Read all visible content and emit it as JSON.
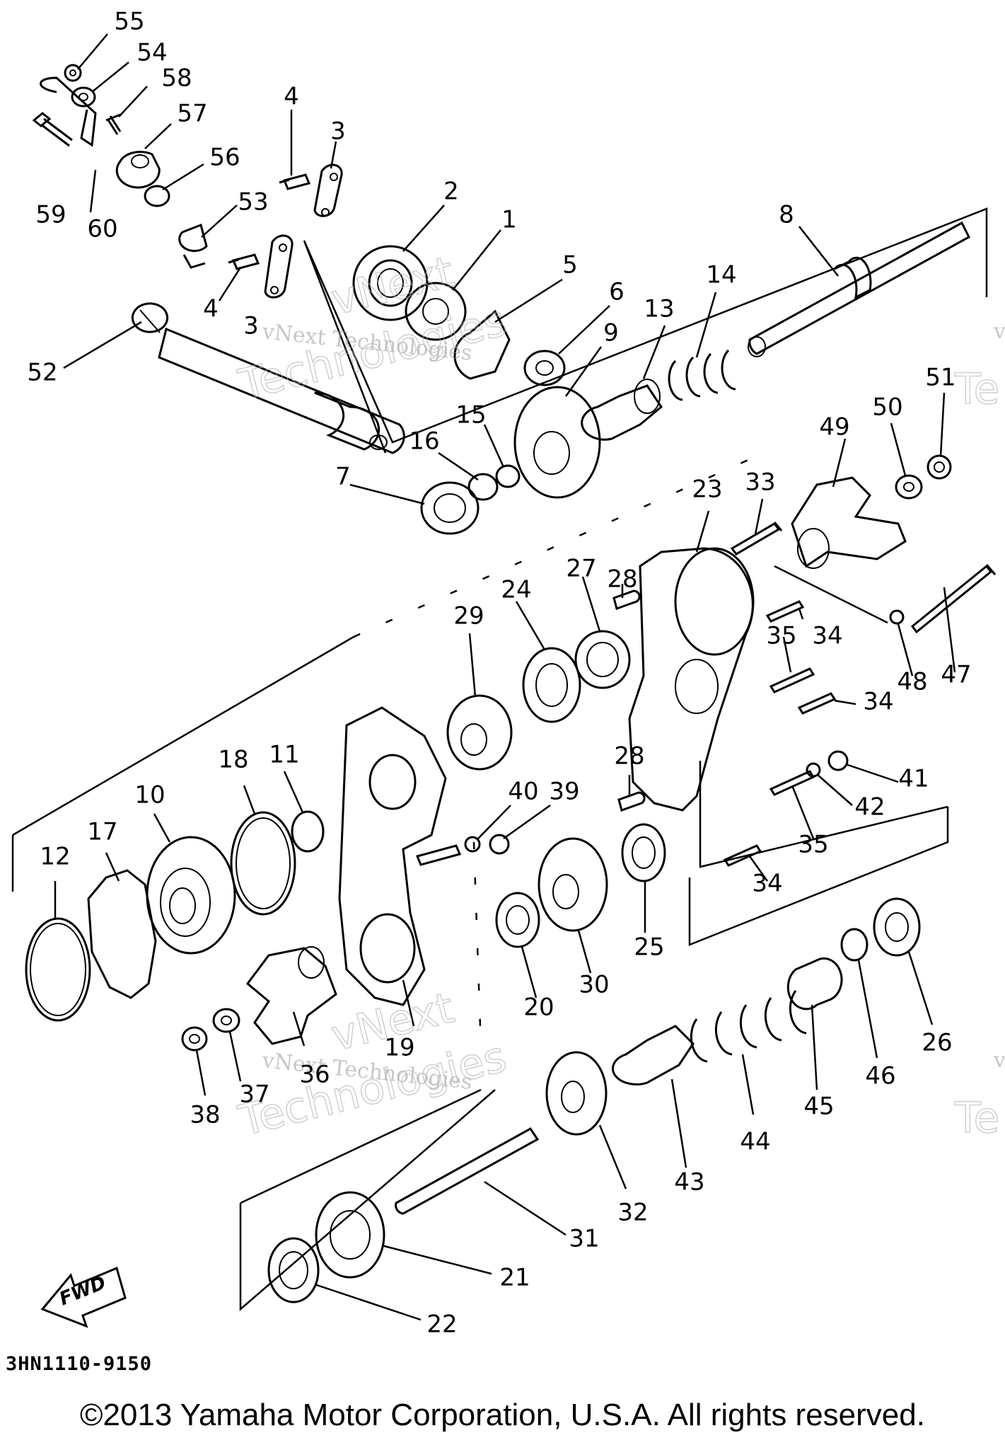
{
  "diagram": {
    "code": "3HN1110-9150",
    "copyright": "©2013 Yamaha Motor Corporation, U.S.A. All rights reserved.",
    "direction_label": "FWD",
    "watermark": {
      "small": "vNext Technologies",
      "large_top": "vNext",
      "large_bottom": "Technologies",
      "edge_v": "v",
      "edge_te": "Te"
    },
    "part_numbers": [
      "1",
      "2",
      "3",
      "4",
      "5",
      "6",
      "7",
      "8",
      "9",
      "10",
      "11",
      "12",
      "13",
      "14",
      "15",
      "16",
      "17",
      "18",
      "19",
      "20",
      "21",
      "22",
      "23",
      "24",
      "25",
      "26",
      "27",
      "28",
      "29",
      "30",
      "31",
      "32",
      "33",
      "34",
      "35",
      "36",
      "37",
      "38",
      "39",
      "40",
      "41",
      "42",
      "43",
      "44",
      "45",
      "46",
      "47",
      "48",
      "49",
      "50",
      "51",
      "52",
      "53",
      "54",
      "55",
      "56",
      "57",
      "58",
      "59",
      "60"
    ],
    "repeated_labels": {
      "3": "3",
      "4": "4",
      "28": "28",
      "34": "34",
      "35": "35"
    }
  }
}
